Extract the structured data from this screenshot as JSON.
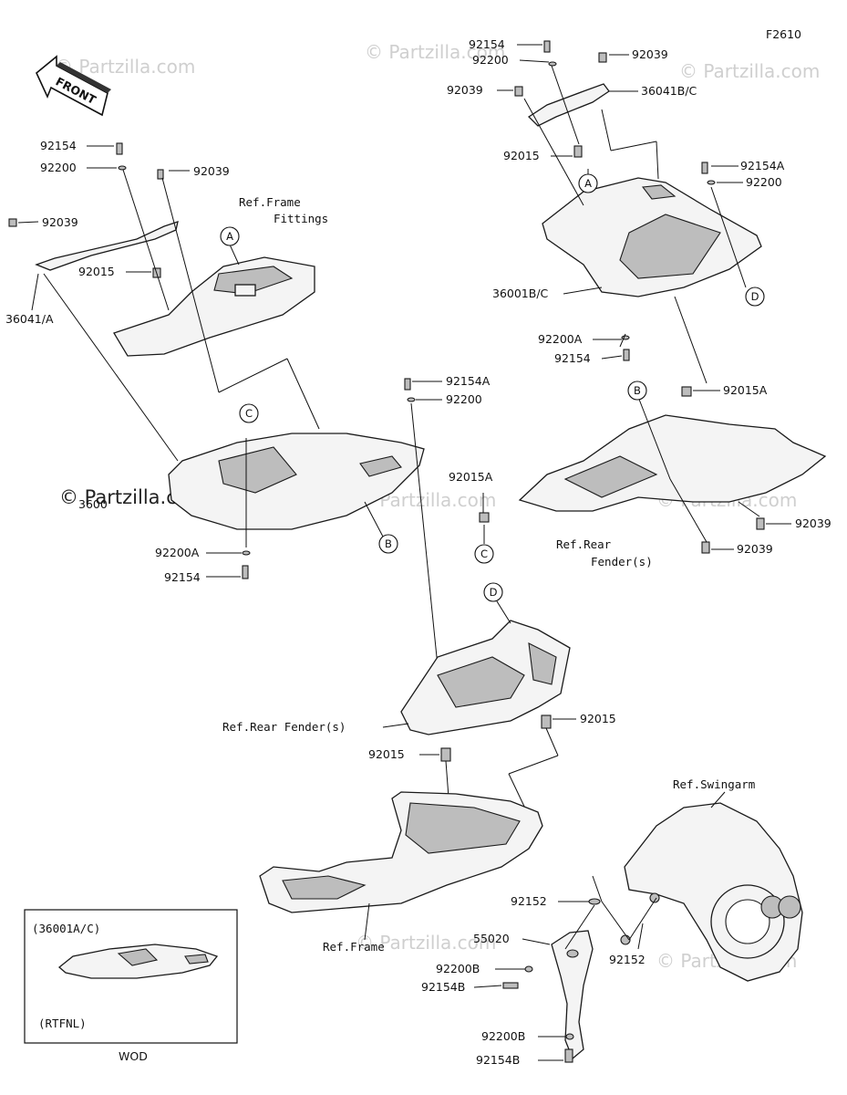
{
  "diagram_code": "F2610",
  "front_label": "FRONT",
  "watermark": "© Partzilla.com",
  "part_labels": {
    "p92154_tl": "92154",
    "p92200_tl": "92200",
    "p92039_tl_a": "92039",
    "p92039_tl_b": "92039",
    "p92015_tl": "92015",
    "p36041A": "36041/A",
    "p92154_tc": "92154",
    "p92200_tc": "92200",
    "p92039_tc_a": "92039",
    "p92039_tc_b": "92039",
    "p36041BC": "36041B/C",
    "p92015_tc": "92015",
    "p92154A_r": "92154A",
    "p92200_r": "92200",
    "p36001BC": "36001B/C",
    "p92200A_r": "92200A",
    "p92154_r": "92154",
    "p92015A_r": "92015A",
    "p92039_rr_a": "92039",
    "p92039_rr_b": "92039",
    "p92154A_m": "92154A",
    "p92200_m": "92200",
    "p92015A_m": "92015A",
    "p36001A": "3600",
    "p92200A_l": "92200A",
    "p92154_l": "92154",
    "p92015_ma": "92015",
    "p92015_mb": "92015",
    "p92152_a": "92152",
    "p92152_b": "92152",
    "p55020": "55020",
    "p92200B_a": "92200B",
    "p92154B_a": "92154B",
    "p92200B_b": "92200B",
    "p92154B_b": "92154B"
  },
  "ref_labels": {
    "frame_fittings_1": "Ref.Frame",
    "frame_fittings_2": "Fittings",
    "rear_fender_1": "Ref.Rear",
    "rear_fender_2": "Fender(s)",
    "rear_fender_full": "Ref.Rear Fender(s)",
    "swingarm": "Ref.Swingarm",
    "frame": "Ref.Frame"
  },
  "circle_labels": {
    "A": "A",
    "B": "B",
    "C": "C",
    "D": "D"
  },
  "inset": {
    "title": "(36001A/C)",
    "note": "(RTFNL)",
    "caption": "WOD"
  }
}
